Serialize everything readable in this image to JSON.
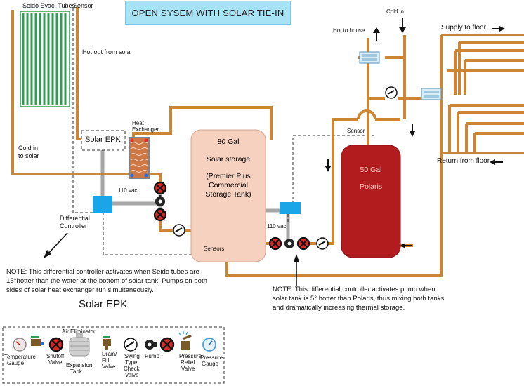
{
  "title": "OPEN SYSEM WITH SOLAR TIE-IN",
  "labels": {
    "seido_tubes": "Seido Evac. Tubes",
    "sensor_top": "Sensor",
    "hot_out_from_solar": "Hot out from solar",
    "cold_in_to_solar": [
      "Cold in",
      "to solar"
    ],
    "solar_epk_box": "Solar EPK",
    "heat_exchanger": [
      "Heat",
      "Exchanger"
    ],
    "vac_left": "110 vac",
    "vac_right": "110 vac",
    "differential_controller": [
      "Differential",
      "Controller"
    ],
    "sensors": "Sensors",
    "sensor_mid": "Sensor",
    "hot_to_house": "Hot to house",
    "cold_in": "Cold in",
    "supply_to_floor": "Supply to floor",
    "return_from_floor": "Return from floor"
  },
  "tanks": {
    "solar_storage": [
      "80 Gal",
      "Solar storage",
      "(Premier Plus",
      "Commercial",
      "Storage Tank)"
    ],
    "polaris": [
      "50 Gal",
      "Polaris"
    ]
  },
  "notes": {
    "left": [
      "NOTE:  This differential controller activates when Seido tubes are",
      "15°hotter than the water at the bottom of solar tank. Pumps on both",
      "sides of solar heat exchanger run simultaneously."
    ],
    "right": [
      "NOTE:  This differential controller activates pump when",
      "solar tank is 5° hotter than Polaris, thus mixing both tanks",
      "and dramatically increasing thermal storage."
    ]
  },
  "legend": {
    "title": "Solar EPK",
    "air_eliminator": "Air Eliminator",
    "items": [
      {
        "icon": "temperature-gauge-icon",
        "label": [
          "Temperature",
          "Gauge"
        ]
      },
      {
        "icon": "shutoff-valve-icon",
        "label": [
          "Shutoff",
          "Valve"
        ]
      },
      {
        "icon": "expansion-tank-icon",
        "label": [
          "Expansion",
          "Tank"
        ]
      },
      {
        "icon": "drain-fill-valve-icon",
        "label": [
          "Drain/",
          "Fill",
          "Valve"
        ]
      },
      {
        "icon": "swing-check-valve-icon",
        "label": [
          "Swing",
          "Type",
          "Check",
          "Valve"
        ]
      },
      {
        "icon": "pump-icon",
        "label": [
          "Pump"
        ]
      },
      {
        "icon": "pressure-relief-valve-icon",
        "label": [
          "Pressure",
          "Relief",
          "Valve"
        ]
      },
      {
        "icon": "pressure-gauge-icon",
        "label": [
          "Pressure",
          "Gauge"
        ]
      }
    ]
  },
  "colors": {
    "pipe": "#cc8533",
    "control_wire": "#a6a6a6",
    "controller": "#1aa6e6",
    "solar_tank": "#f7d1bf",
    "polaris_tank": "#b31c1f",
    "collector": "#2e9e52",
    "title_bg": "#a7e3f4"
  }
}
